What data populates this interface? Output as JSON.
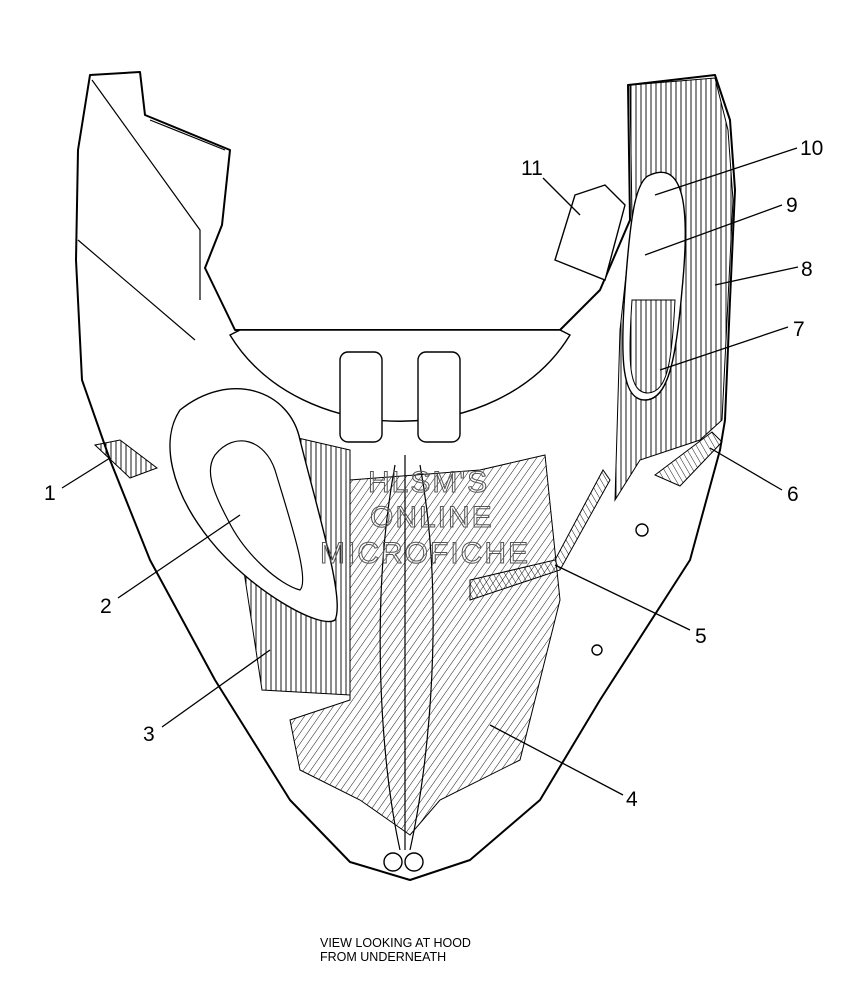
{
  "diagram": {
    "callouts": [
      {
        "number": "1"
      },
      {
        "number": "2"
      },
      {
        "number": "3"
      },
      {
        "number": "4"
      },
      {
        "number": "5"
      },
      {
        "number": "6"
      },
      {
        "number": "7"
      },
      {
        "number": "8"
      },
      {
        "number": "9"
      },
      {
        "number": "10"
      },
      {
        "number": "11"
      }
    ],
    "watermark": [
      "HLSM'S",
      "ONLINE",
      "MICROFICHE"
    ]
  },
  "caption": {
    "line1": "VIEW LOOKING AT HOOD",
    "line2": "FROM UNDERNEATH"
  }
}
